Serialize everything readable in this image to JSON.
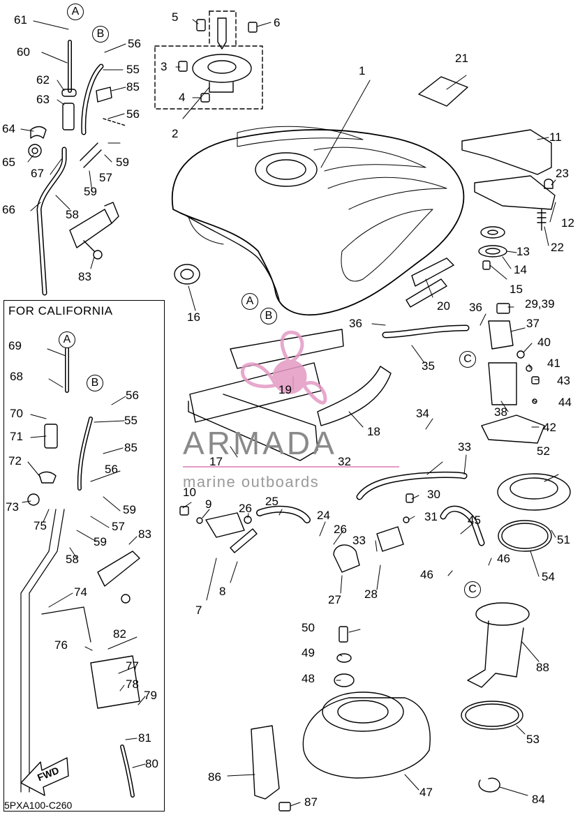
{
  "diagram": {
    "california_section_title": "FOR CALIFORNIA",
    "document_code": "5PXA100-C260",
    "watermark": {
      "brand": "ARMADA",
      "tagline": "marine outboards",
      "accent_color": "#e39ac4"
    },
    "fwd_arrow_label": "FWD",
    "circle_refs": [
      "A",
      "B",
      "A",
      "B",
      "C",
      "C",
      "A",
      "B"
    ],
    "part_numbers": [
      "61",
      "60",
      "62",
      "63",
      "64",
      "65",
      "67",
      "66",
      "58",
      "59",
      "57",
      "59",
      "56",
      "55",
      "85",
      "56",
      "83",
      "5",
      "6",
      "3",
      "4",
      "2",
      "1",
      "21",
      "11",
      "23",
      "12",
      "22",
      "13",
      "14",
      "15",
      "16",
      "20",
      "36",
      "29,39",
      "37",
      "40",
      "41",
      "43",
      "44",
      "38",
      "42",
      "36",
      "35",
      "34",
      "19",
      "18",
      "17",
      "33",
      "32",
      "52",
      "10",
      "9",
      "26",
      "25",
      "24",
      "26",
      "8",
      "7",
      "30",
      "31",
      "33",
      "28",
      "27",
      "45",
      "46",
      "46",
      "51",
      "54",
      "50",
      "49",
      "48",
      "88",
      "53",
      "86",
      "47",
      "87",
      "84",
      "69",
      "68",
      "56",
      "70",
      "71",
      "55",
      "85",
      "72",
      "73",
      "75",
      "56",
      "57",
      "59",
      "59",
      "58",
      "83",
      "74",
      "76",
      "82",
      "77",
      "78",
      "79",
      "81",
      "80"
    ]
  }
}
